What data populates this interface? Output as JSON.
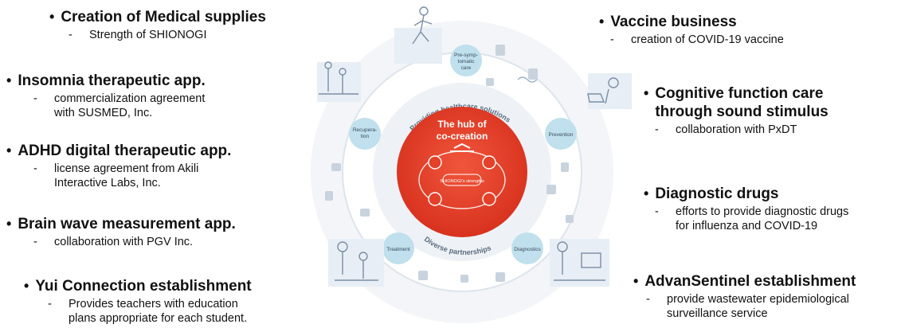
{
  "left_items": [
    {
      "key": "medical",
      "title": "Creation of Medical supplies",
      "sub": "Strength of SHIONOGI"
    },
    {
      "key": "insomnia",
      "title": "Insomnia therapeutic app.",
      "sub": "commercialization agreement\nwith SUSMED, Inc."
    },
    {
      "key": "adhd",
      "title": "ADHD digital therapeutic app.",
      "sub": "license agreement from Akili\nInteractive Labs, Inc."
    },
    {
      "key": "brainwave",
      "title": "Brain wave measurement app.",
      "sub": "collaboration with PGV Inc."
    },
    {
      "key": "yui",
      "title": "Yui Connection establishment",
      "sub": "Provides teachers with education\nplans appropriate for each student."
    }
  ],
  "right_items": [
    {
      "key": "vaccine",
      "title": "Vaccine business",
      "sub": "creation of COVID-19 vaccine"
    },
    {
      "key": "cognitive",
      "title": "Cognitive function care\nthrough sound stimulus",
      "sub": "collaboration with PxDT"
    },
    {
      "key": "diagnostic",
      "title": "Diagnostic drugs",
      "sub": "efforts to provide diagnostic drugs\nfor influenza and COVID-19"
    },
    {
      "key": "advansentinel",
      "title": "AdvanSentinel establishment",
      "sub": "provide wastewater epidemiological\nsurveillance service"
    }
  ],
  "diagram": {
    "top_arc_text": "Providing healthcare solutions",
    "bottom_arc_text": "Diverse partnerships",
    "hub_title_line1": "The hub of",
    "hub_title_line2": "co-creation",
    "hub_inner_label": "SHIONOGI's strengths",
    "nodes": {
      "presymptomatic": [
        "Pre-symp-",
        "tomatic",
        "care"
      ],
      "prevention": [
        "Prevention"
      ],
      "diagnostics": [
        "Diagnostics"
      ],
      "treatment": [
        "Treatment"
      ],
      "recuperation": [
        "Recupera-",
        "tion"
      ]
    },
    "colors": {
      "hub": "#e4402a",
      "node": "#bfe0ec",
      "ring": "#e7ecf1",
      "bullet_text": "#111111"
    }
  }
}
